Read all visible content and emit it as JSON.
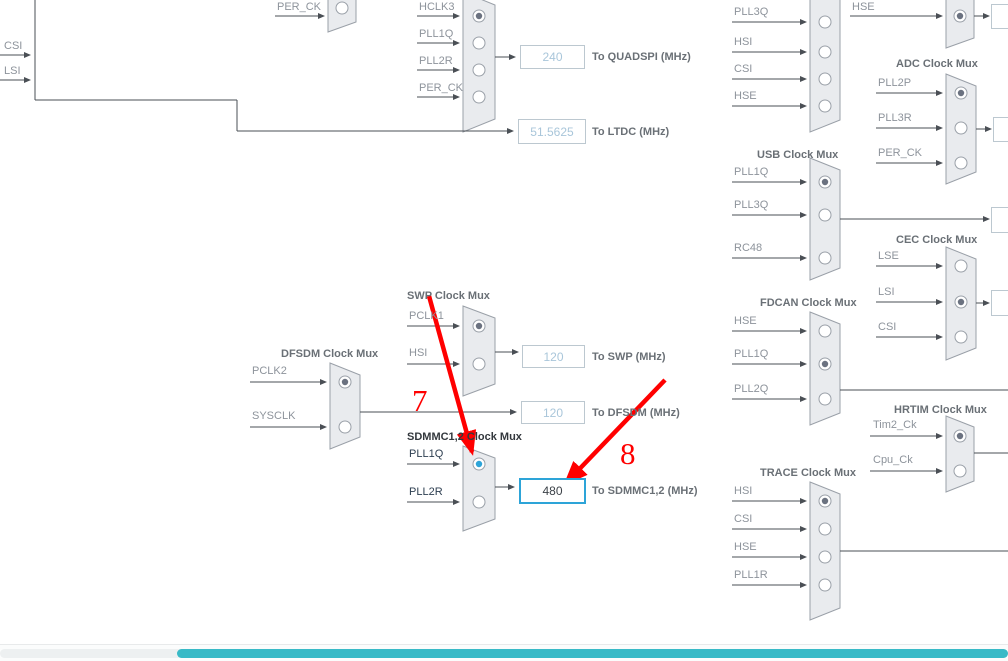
{
  "colors": {
    "accent": "#2da4d8",
    "line": "#4a4f55",
    "mux_fill": "#e9ebee",
    "mux_border": "#9aa0a8",
    "signal_label": "#8d939b",
    "title_text": "#6a7076",
    "value_text": "#a9c6da",
    "value_border": "#bcc8d0",
    "dark_label": "#2d3e50",
    "radio_dot": "#6b7280",
    "red": "#ff0000",
    "scrollbar": "#39bac7"
  },
  "edge": {
    "csi": "CSI",
    "lsi": "LSI"
  },
  "muxes": {
    "perck_top": {
      "label": "PER_CK",
      "selected": null
    },
    "quadspi": {
      "inputs": [
        "HCLK3",
        "PLL1Q",
        "PLL2R",
        "PER_CK"
      ],
      "selected": 0,
      "value": "240",
      "output_label": "To QUADSPI (MHz)"
    },
    "ltdc": {
      "value": "51.5625",
      "output_label": "To LTDC (MHz)"
    },
    "swp": {
      "title": "SWP Clock Mux",
      "inputs": [
        "PCLK1",
        "HSI"
      ],
      "selected": 0,
      "value": "120",
      "output_label": "To SWP (MHz)"
    },
    "dfsdm": {
      "title": "DFSDM Clock Mux",
      "inputs": [
        "PCLK2",
        "SYSCLK"
      ],
      "selected": 0,
      "value": "120",
      "output_label": "To DFSDM (MHz)"
    },
    "sdmmc": {
      "title": "SDMMC1,2 Clock Mux",
      "inputs": [
        "PLL1Q",
        "PLL2R"
      ],
      "selected": 0,
      "value": "480",
      "output_label": "To SDMMC1,2 (MHz)"
    },
    "rt_top": {
      "inputs": [
        "PLL3Q",
        "HSI",
        "CSI",
        "HSE"
      ],
      "selected": null
    },
    "hse_top": {
      "label": "HSE",
      "selected": 0
    },
    "adc": {
      "title": "ADC Clock Mux",
      "inputs": [
        "PLL2P",
        "PLL3R",
        "PER_CK"
      ],
      "selected": 0
    },
    "usb": {
      "title": "USB Clock Mux",
      "inputs": [
        "PLL1Q",
        "PLL3Q",
        "RC48"
      ],
      "selected": 0
    },
    "cec": {
      "title": "CEC Clock Mux",
      "inputs": [
        "LSE",
        "LSI",
        "CSI"
      ],
      "selected": 1
    },
    "fdcan": {
      "title": "FDCAN Clock Mux",
      "inputs": [
        "HSE",
        "PLL1Q",
        "PLL2Q"
      ],
      "selected": 1
    },
    "hrtim": {
      "title": "HRTIM Clock Mux",
      "inputs": [
        "Tim2_Ck",
        "Cpu_Ck"
      ],
      "selected": 0
    },
    "trace": {
      "title": "TRACE Clock Mux",
      "inputs": [
        "HSI",
        "CSI",
        "HSE",
        "PLL1R"
      ],
      "selected": 0
    }
  },
  "annotations": {
    "step7": "7",
    "step8": "8"
  }
}
